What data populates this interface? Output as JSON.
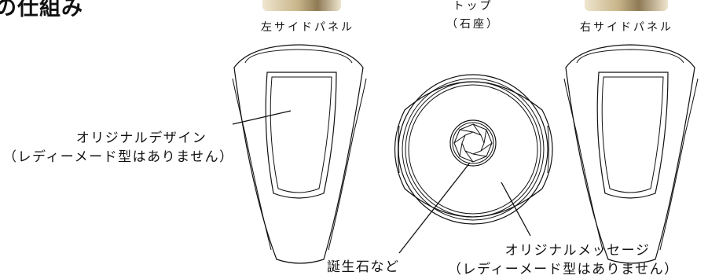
{
  "title": "の仕組み",
  "labels": {
    "left_side_panel": "左サイドパネル",
    "top_line1": "トップ",
    "top_line2": "（石座）",
    "right_side_panel": "右サイドパネル",
    "original_design_line1": "オリジナルデザイン",
    "original_design_line2": "（レディーメード型はありません）",
    "birthstone": "誕生石など",
    "original_message_line1": "オリジナルメッセージ",
    "original_message_line2": "（レディーメード型はありません）"
  },
  "colors": {
    "ink": "#111111",
    "photo_gold": "#c8b58a",
    "photo_light": "#efe6cf"
  }
}
